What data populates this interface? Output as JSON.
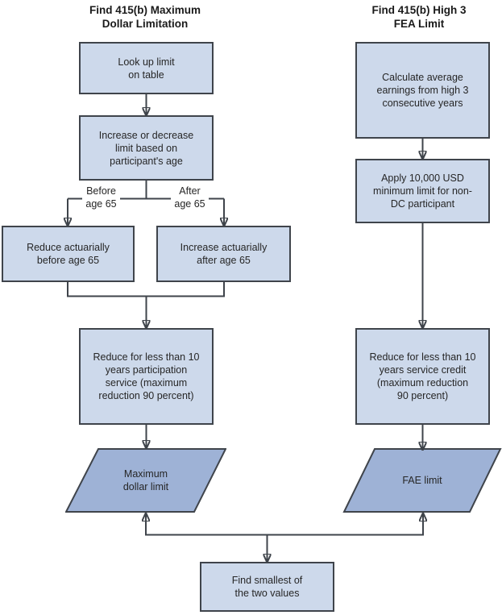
{
  "diagram": {
    "left_column": {
      "title": "Find 415(b) Maximum\nDollar Limitation",
      "lookup": "Look up limit\non table",
      "adjust": "Increase or decrease\nlimit based on\nparticipant's age",
      "branch_before": "Before\nage 65",
      "branch_after": "After\nage 65",
      "reduce_before": "Reduce actuarially\nbefore age 65",
      "increase_after": "Increase actuarially\nafter age 65",
      "reduce_participation": "Reduce for less than 10\nyears participation\nservice (maximum\nreduction 90 percent)",
      "result": "Maximum\ndollar limit"
    },
    "right_column": {
      "title": "Find 415(b) High 3\nFEA Limit",
      "calculate": "Calculate average\nearnings from high 3\nconsecutive years",
      "apply_minimum": "Apply 10,000 USD\nminimum limit for non-\nDC participant",
      "reduce_service": "Reduce for less than 10\nyears service credit\n(maximum reduction\n90 percent)",
      "result": "FAE limit"
    },
    "merge": {
      "find_smallest": "Find smallest of\nthe two values"
    },
    "colors": {
      "process_fill": "#cdd9eb",
      "result_fill": "#9eb2d6",
      "line": "#3f444b",
      "text": "#262626"
    }
  }
}
